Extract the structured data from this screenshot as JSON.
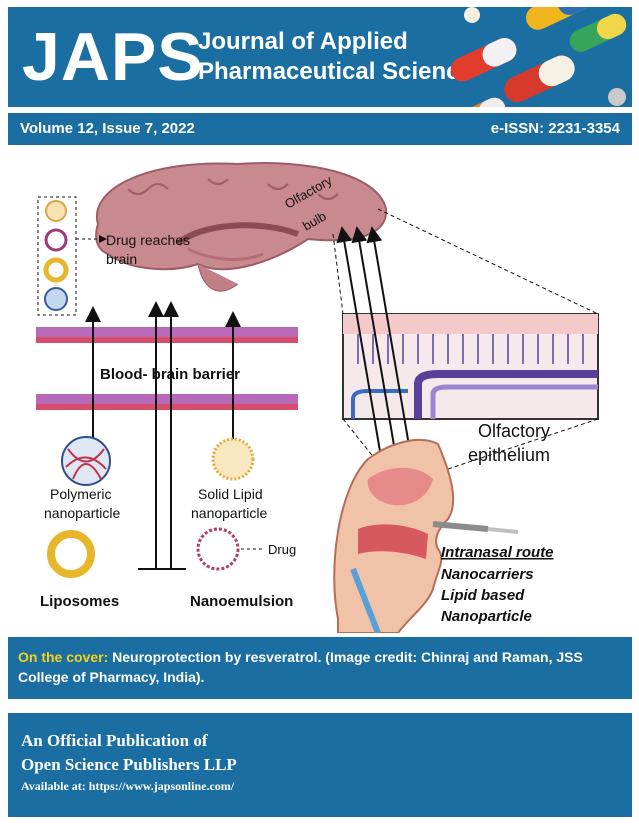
{
  "header": {
    "logo": "JAPS",
    "title_line1": "Journal of Applied",
    "title_line2": "Pharmaceutical Science"
  },
  "info": {
    "volume": "Volume 12, Issue 7, 2022",
    "issn": "e-ISSN: 2231-3354"
  },
  "figure": {
    "drug_reaches_1": "Drug reaches",
    "drug_reaches_2": "brain",
    "olfactory_bulb_1": "Olfactory",
    "olfactory_bulb_2": "bulb",
    "bbb": "Blood- brain barrier",
    "polymeric_1": "Polymeric",
    "polymeric_2": "nanoparticle",
    "sln_1": "Solid Lipid",
    "sln_2": "nanoparticle",
    "drug": "Drug",
    "liposomes": "Liposomes",
    "nanoemulsion": "Nanoemulsion",
    "epi_1": "Olfactory",
    "epi_2": "epithelium",
    "route": "Intranasal route",
    "nanocarriers": "Nanocarriers",
    "lipid": "Lipid based",
    "nanoparticle": "Nanoparticle"
  },
  "cover": {
    "label": "On the cover:",
    "text": " Neuroprotection by resveratrol. (Image credit: Chinraj and Raman, JSS College of Pharmacy, India)."
  },
  "footer": {
    "line1": "An Official Publication of",
    "line2": "Open Science Publishers LLP",
    "line3": "Available at: https://www.japsonline.com/"
  },
  "colors": {
    "brand_blue": "#1a6ea1",
    "cover_label": "#f4d21c"
  }
}
